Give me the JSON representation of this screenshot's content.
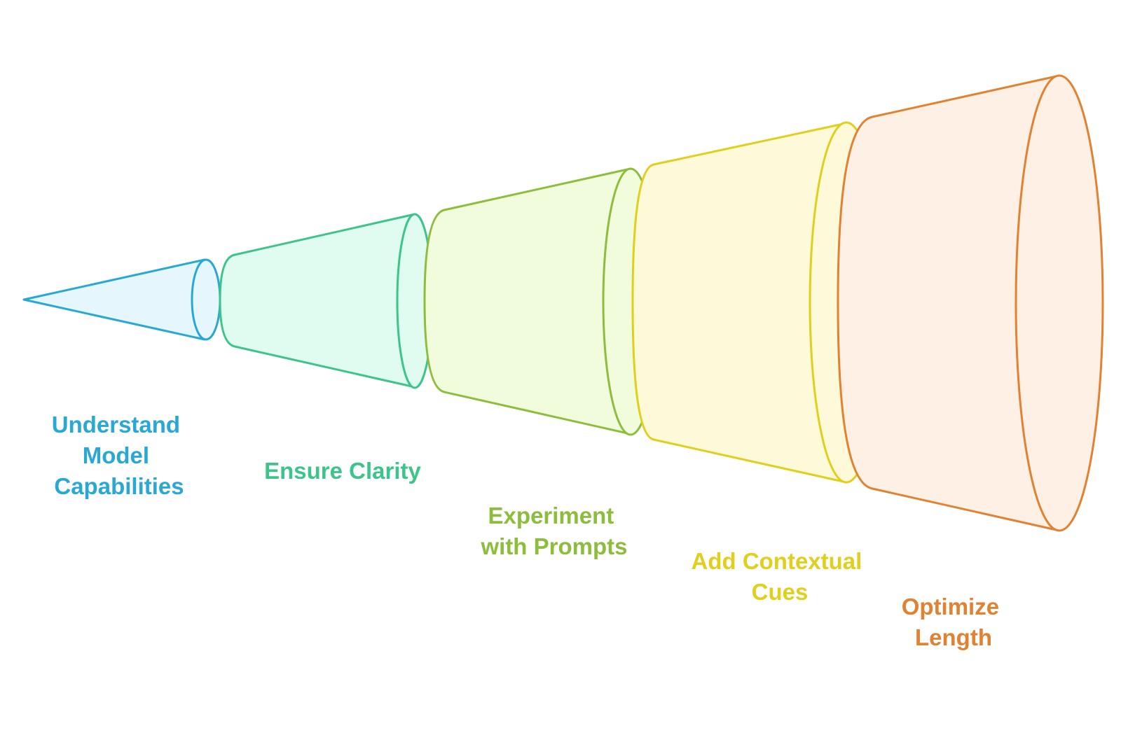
{
  "stages": [
    {
      "label_lines": [
        "Understand",
        "Model",
        "Capabilities"
      ],
      "stroke": "#29a8d6",
      "fill": "#e6f6fd"
    },
    {
      "label_lines": [
        "Ensure Clarity"
      ],
      "stroke": "#3cc48a",
      "fill": "#e0fbef"
    },
    {
      "label_lines": [
        "Experiment",
        "with Prompts"
      ],
      "stroke": "#8dbd3c",
      "fill": "#f1fcdc"
    },
    {
      "label_lines": [
        "Add Contextual",
        "Cues"
      ],
      "stroke": "#e0cf1c",
      "fill": "#fefad9"
    },
    {
      "label_lines": [
        "Optimize",
        "Length"
      ],
      "stroke": "#e08232",
      "fill": "#fff0e6"
    }
  ]
}
